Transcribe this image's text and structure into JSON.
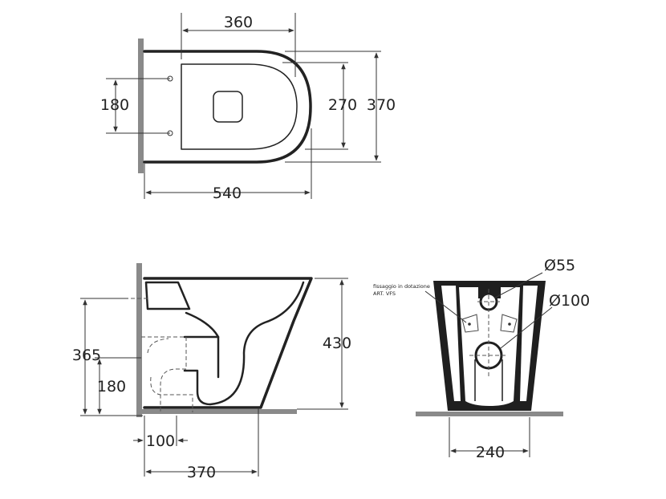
{
  "drawing": {
    "top_view": {
      "width_dim": "360",
      "seat_dim": "270",
      "total_width_dim": "370",
      "holes_dim": "180",
      "length_dim": "540"
    },
    "side_view": {
      "height_dim": "430",
      "outlet_height_dim": "365",
      "inlet_height_dim": "180",
      "outlet_offset_dim": "100",
      "depth_dim": "370"
    },
    "rear_view": {
      "inlet_diameter": "Ø55",
      "outlet_diameter": "Ø100",
      "fixing_note_line1": "fissaggio in dotazione",
      "fixing_note_line2": "ART. VFS",
      "fixing_spacing_dim": "240"
    }
  }
}
